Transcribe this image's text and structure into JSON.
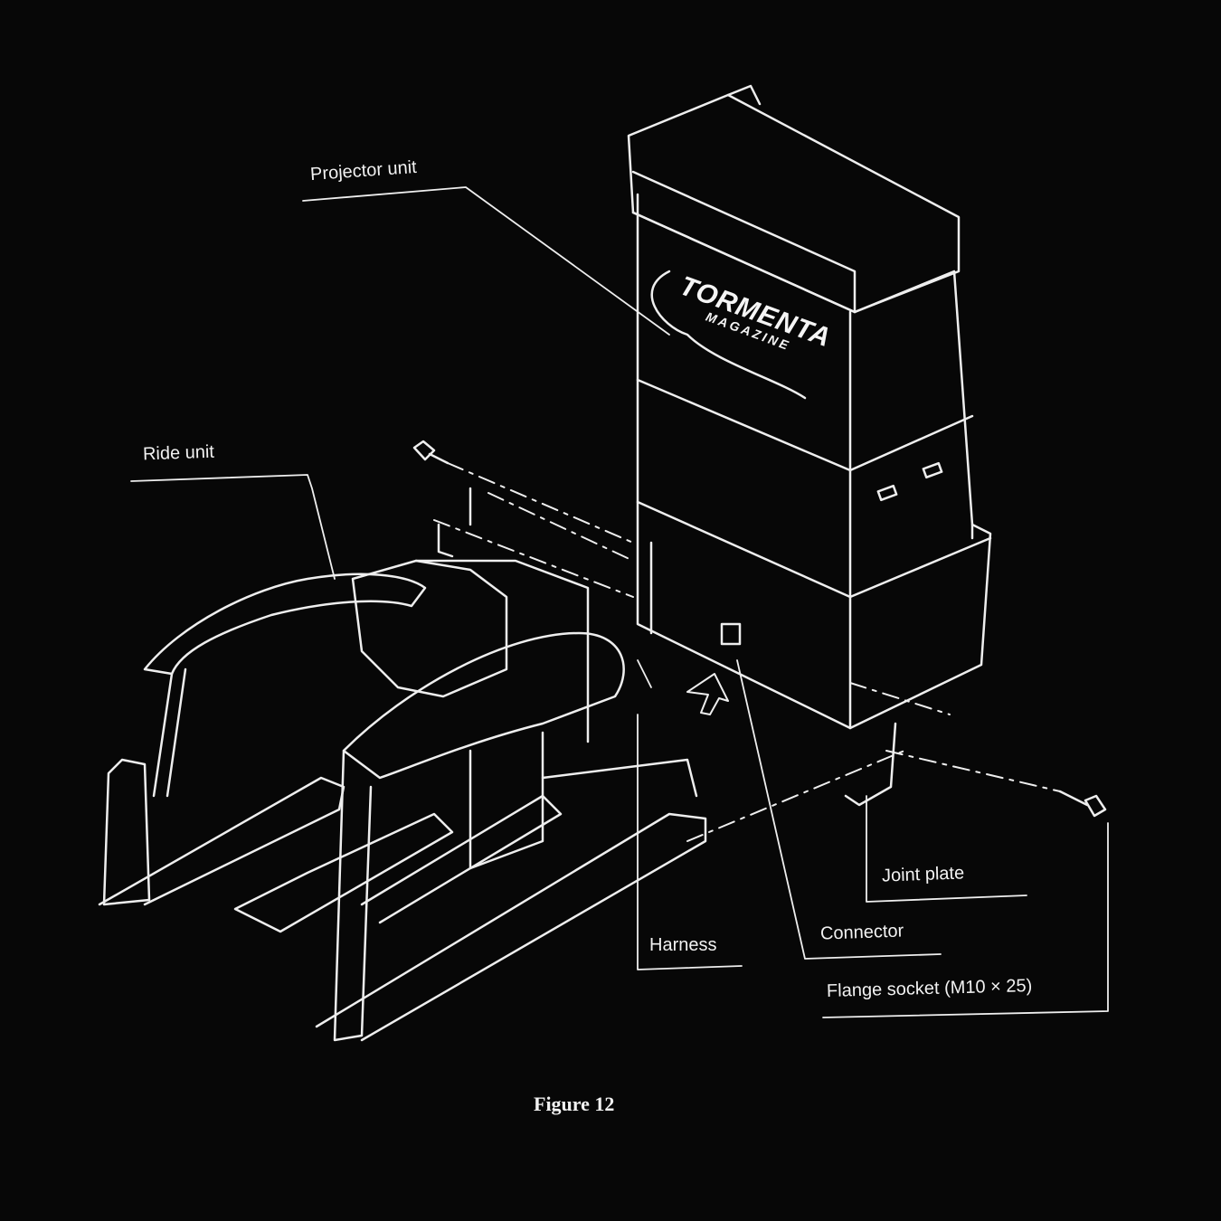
{
  "labels": {
    "projector_unit": "Projector unit",
    "ride_unit": "Ride   unit",
    "harness": "Harness",
    "connector": "Connector",
    "joint_plate": "Joint plate",
    "flange_socket": "Flange socket (M10 × 25)"
  },
  "logo": {
    "line1": "TORMENTA",
    "line2": "MAGAZINE"
  },
  "caption": "Figure 12",
  "colors": {
    "background": "#070707",
    "line": "#f2f2f2"
  }
}
